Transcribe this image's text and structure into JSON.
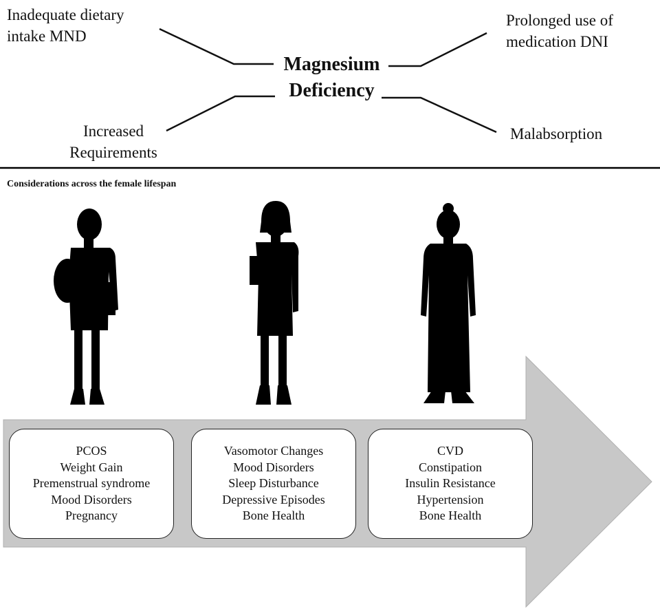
{
  "title": {
    "line1": "Magnesium",
    "line2": "Deficiency"
  },
  "causes": {
    "top_left": {
      "line1": "Inadequate  dietary",
      "line2": "intake MND"
    },
    "top_right": {
      "line1": "Prolonged use of",
      "line2": "medication DNI"
    },
    "bottom_left": {
      "line1": "Increased",
      "line2": "Requirements"
    },
    "bottom_right": {
      "line1": "Malabsorption"
    }
  },
  "section_label": "Considerations  across the female lifespan",
  "figures": [
    "young-woman-silhouette",
    "middle-aged-woman-silhouette",
    "older-woman-silhouette"
  ],
  "stages": [
    {
      "items": [
        "PCOS",
        "Weight  Gain",
        "Premenstrual  syndrome",
        "Mood Disorders",
        "Pregnancy"
      ]
    },
    {
      "items": [
        "Vasomotor  Changes",
        "Mood Disorders",
        "Sleep  Disturbance",
        "Depressive Episodes",
        "Bone Health"
      ]
    },
    {
      "items": [
        "CVD",
        "Constipation",
        "Insulin  Resistance",
        "Hypertension",
        "Bone Health"
      ]
    }
  ],
  "colors": {
    "arrow_fill": "#c8c8c8",
    "silhouette": "#000000",
    "divider": "#000000"
  }
}
